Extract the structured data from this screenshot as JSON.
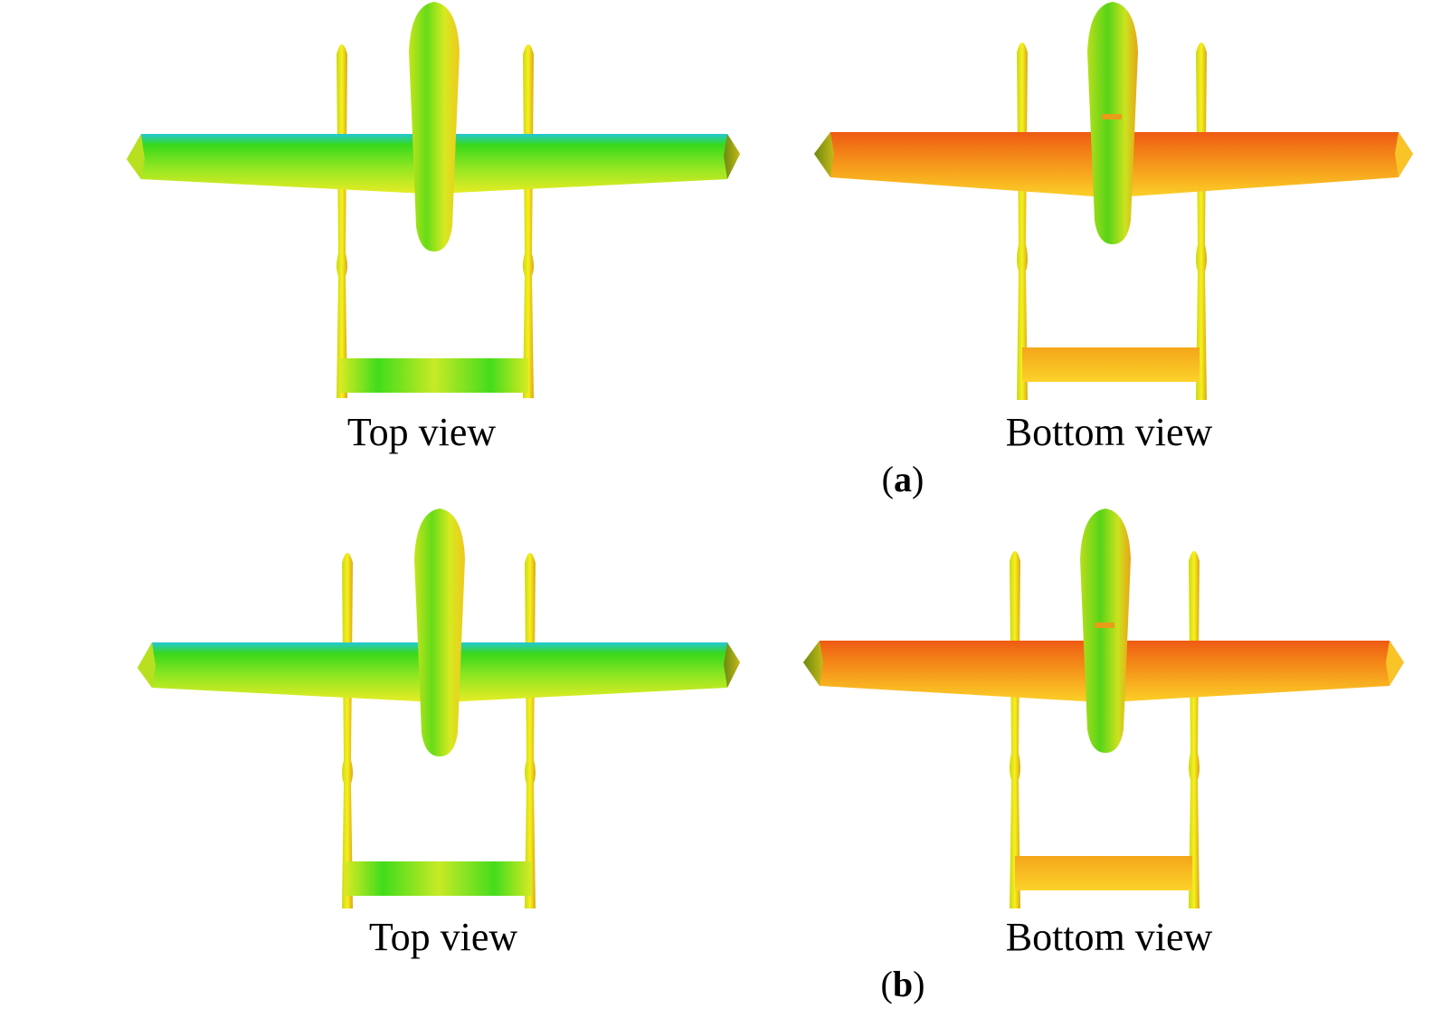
{
  "panels": [
    {
      "id": "a",
      "label_letter": "a",
      "views": [
        {
          "caption": "Top view",
          "surface": "upper"
        },
        {
          "caption": "Bottom view",
          "surface": "lower"
        }
      ]
    },
    {
      "id": "b",
      "label_letter": "b",
      "views": [
        {
          "caption": "Top view",
          "surface": "upper"
        },
        {
          "caption": "Bottom view",
          "surface": "lower"
        }
      ]
    }
  ],
  "colors": {
    "background": "#ffffff",
    "upper_surface_main": "#3ddc1a",
    "upper_surface_light": "#d8f026",
    "upper_surface_edge": "#22c8d8",
    "lower_surface_main": "#f6a21a",
    "lower_surface_light": "#ffd02a",
    "lower_surface_edge": "#ef3a12",
    "boom_color": "#f2e81a"
  }
}
